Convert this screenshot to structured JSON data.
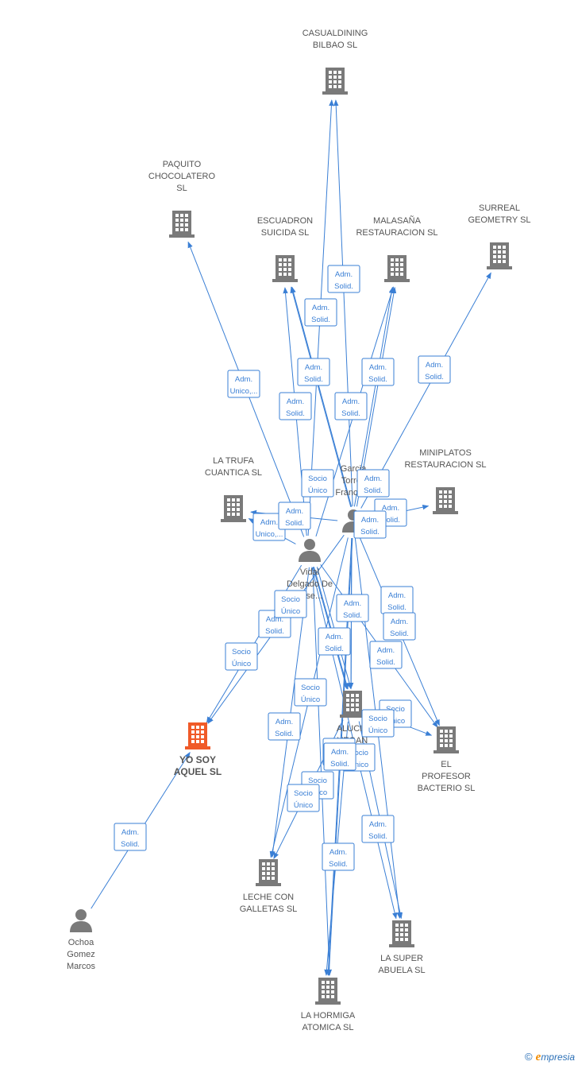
{
  "colors": {
    "edge": "#3a7fd5",
    "company": "#7a7a7a",
    "focus": "#f05a28",
    "person": "#7a7a7a"
  },
  "nodes": [
    {
      "id": "casual",
      "type": "company",
      "lines": [
        "CASUALDINING",
        "BILBAO  SL"
      ]
    },
    {
      "id": "paquito",
      "type": "company",
      "lines": [
        "PAQUITO",
        "CHOCOLATERO",
        "SL"
      ]
    },
    {
      "id": "escuadron",
      "type": "company",
      "lines": [
        "ESCUADRON",
        "SUICIDA  SL"
      ]
    },
    {
      "id": "malasana",
      "type": "company",
      "lines": [
        "MALASAÑA",
        "RESTAURACION SL"
      ]
    },
    {
      "id": "surreal",
      "type": "company",
      "lines": [
        "SURREAL",
        "GEOMETRY  SL"
      ]
    },
    {
      "id": "latrufa",
      "type": "company",
      "lines": [
        "LA TRUFA",
        "CUANTICA  SL"
      ]
    },
    {
      "id": "miniplatos",
      "type": "company",
      "lines": [
        "MINIPLATOS",
        "RESTAURACION SL"
      ]
    },
    {
      "id": "garcia",
      "type": "person",
      "lines": [
        "Garcia",
        "Torres",
        "Francis..."
      ]
    },
    {
      "id": "vidal",
      "type": "person",
      "lines": [
        "Vidal",
        "Delgado De",
        "Jose..."
      ]
    },
    {
      "id": "yosoy",
      "type": "focus",
      "lines": [
        "YO SOY",
        "AQUEL  SL"
      ]
    },
    {
      "id": "alucin",
      "type": "company",
      "lines": [
        "ALUCIN",
        "VEGAN",
        "SL"
      ]
    },
    {
      "id": "profesor",
      "type": "company",
      "lines": [
        "EL",
        "PROFESOR",
        "BACTERIO  SL"
      ]
    },
    {
      "id": "leche",
      "type": "company",
      "lines": [
        "LECHE CON",
        "GALLETAS  SL"
      ]
    },
    {
      "id": "ochoa",
      "type": "person",
      "lines": [
        "Ochoa",
        "Gomez",
        "Marcos"
      ]
    },
    {
      "id": "superabuela",
      "type": "company",
      "lines": [
        "LA SUPER",
        "ABUELA  SL"
      ]
    },
    {
      "id": "hormiga",
      "type": "company",
      "lines": [
        "LA HORMIGA",
        "ATOMICA  SL"
      ]
    }
  ],
  "edges": [
    {
      "from": "garcia",
      "to": "casual",
      "label": [
        "Adm.",
        "Solid."
      ]
    },
    {
      "from": "vidal",
      "to": "casual",
      "label": [
        "Adm.",
        "Solid."
      ]
    },
    {
      "from": "vidal",
      "to": "paquito",
      "label": [
        "Adm.",
        "Unico,..."
      ]
    },
    {
      "from": "garcia",
      "to": "escuadron",
      "label": [
        "Adm.",
        "Solid."
      ]
    },
    {
      "from": "vidal",
      "to": "escuadron",
      "label": [
        "Adm.",
        "Solid."
      ]
    },
    {
      "from": "garcia",
      "to": "malasana",
      "label": [
        "Adm.",
        "Solid."
      ]
    },
    {
      "from": "vidal",
      "to": "malasana",
      "label": [
        "Adm.",
        "Solid."
      ]
    },
    {
      "from": "garcia",
      "to": "surreal",
      "label": [
        "Adm.",
        "Unico,..."
      ]
    },
    {
      "from": "garcia",
      "to": "latrufa",
      "label": [
        "Adm.",
        "Solid."
      ]
    },
    {
      "from": "vidal",
      "to": "latrufa",
      "label": [
        "Adm.",
        "Solid."
      ]
    },
    {
      "from": "garcia",
      "to": "miniplatos",
      "label": [
        "Socio",
        "Único"
      ]
    },
    {
      "from": "vidal",
      "to": "yosoy",
      "label": [
        "Adm.",
        "Solid."
      ]
    },
    {
      "from": "garcia",
      "to": "yosoy",
      "label": [
        "Adm.",
        "Solid."
      ]
    },
    {
      "from": "ochoa",
      "to": "yosoy",
      "label": [
        "Adm.",
        "Solid."
      ]
    },
    {
      "from": "garcia",
      "to": "alucin",
      "label": [
        "Adm.",
        "Solid."
      ]
    },
    {
      "from": "vidal",
      "to": "alucin",
      "label": [
        "Adm.",
        "Solid."
      ]
    },
    {
      "from": "garcia",
      "to": "profesor",
      "label": [
        "Adm.",
        "Solid."
      ]
    },
    {
      "from": "vidal",
      "to": "profesor",
      "label": [
        "Socio",
        "Único"
      ]
    },
    {
      "from": "garcia",
      "to": "leche",
      "label": [
        "Adm.",
        "Solid."
      ]
    },
    {
      "from": "vidal",
      "to": "leche",
      "label": [
        "Adm.",
        "Solid."
      ]
    },
    {
      "from": "garcia",
      "to": "superabuela",
      "label": [
        "Adm.",
        "Solid."
      ]
    },
    {
      "from": "vidal",
      "to": "superabuela",
      "label": [
        "Socio",
        "Único"
      ]
    },
    {
      "from": "garcia",
      "to": "hormiga",
      "label": [
        "Socio",
        "Único"
      ]
    },
    {
      "from": "vidal",
      "to": "hormiga",
      "label": [
        "Adm.",
        "Solid."
      ]
    },
    {
      "from": "alucin",
      "to": "hormiga",
      "label": [
        "Socio",
        "Único"
      ]
    },
    {
      "from": "alucin",
      "to": "superabuela",
      "label": [
        "Adm.",
        "Solid."
      ]
    },
    {
      "from": "alucin",
      "to": "leche",
      "label": [
        "Socio",
        "Único"
      ]
    },
    {
      "from": "garcia",
      "to": "escuadron",
      "label": [
        "Socio",
        "Único"
      ]
    },
    {
      "from": "garcia",
      "to": "malasana",
      "label": [
        "Socio",
        "Único"
      ]
    },
    {
      "from": "vidal",
      "to": "alucin",
      "label": [
        "Socio",
        "Único"
      ]
    },
    {
      "from": "alucin",
      "to": "profesor",
      "label": [
        "Socio",
        "Único"
      ]
    },
    {
      "from": "garcia",
      "to": "alucin",
      "label": [
        "Adm.",
        "Solid."
      ]
    },
    {
      "from": "vidal",
      "to": "alucin",
      "label": [
        "Adm.",
        "Solid."
      ]
    },
    {
      "from": "garcia",
      "to": "hormiga",
      "label": [
        "Adm.",
        "Solid."
      ]
    }
  ],
  "brand": {
    "copyright": "©",
    "e": "e",
    "rest": "mpresia"
  }
}
